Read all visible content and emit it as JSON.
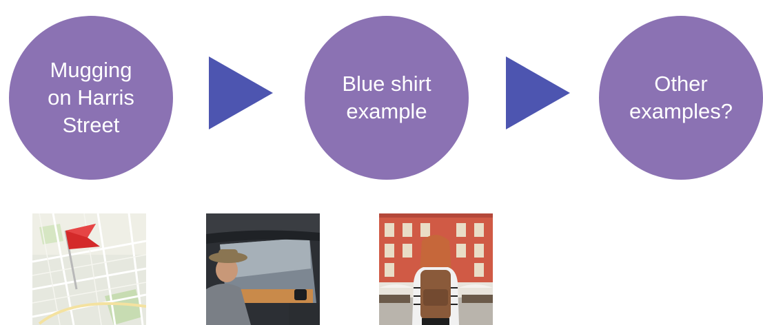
{
  "colors": {
    "circle": "#8b72b3",
    "arrow": "#4d55b0"
  },
  "steps": [
    {
      "label": "Mugging\non Harris\nStreet"
    },
    {
      "label": "Blue shirt\nexample"
    },
    {
      "label": "Other\nexamples?"
    }
  ],
  "arrows": [
    "triangle-arrow",
    "triangle-arrow"
  ],
  "images": [
    {
      "icon": "map-with-red-flag"
    },
    {
      "icon": "man-in-hat-looking-out-car-window"
    },
    {
      "icon": "woman-with-backpack-in-plaza"
    }
  ]
}
